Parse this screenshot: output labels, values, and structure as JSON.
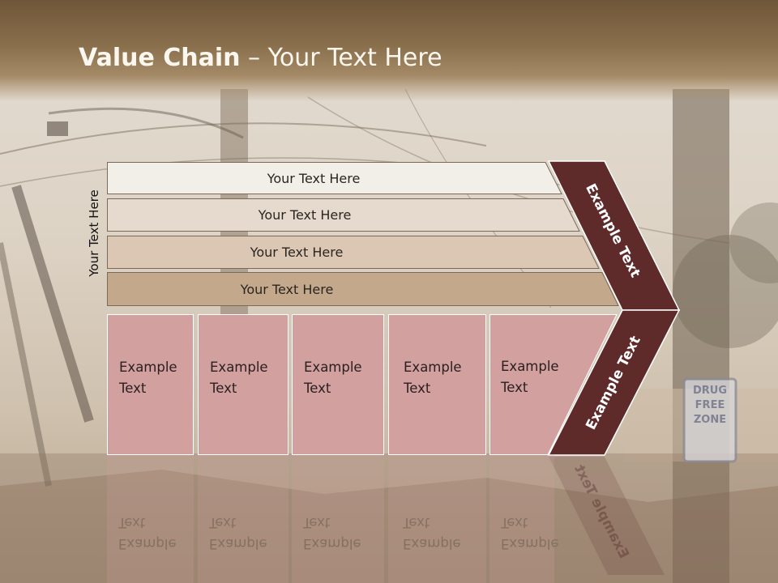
{
  "slide": {
    "title_bold": "Value Chain",
    "title_rest": " – Your Text Here",
    "side_label": "Your Text Here"
  },
  "bars": [
    {
      "label": "Your Text Here"
    },
    {
      "label": "Your Text Here"
    },
    {
      "label": "Your Text Here"
    },
    {
      "label": "Your Text Here"
    }
  ],
  "columns": [
    {
      "line1": "Example",
      "line2": "Text"
    },
    {
      "line1": "Example",
      "line2": "Text"
    },
    {
      "line1": "Example",
      "line2": "Text"
    },
    {
      "line1": "Example",
      "line2": "Text"
    },
    {
      "line1": "Example",
      "line2": "Text"
    }
  ],
  "chevrons": {
    "top": "Example Text",
    "bottom": "Example Text"
  },
  "sign": {
    "line1": "DRUG",
    "line2": "FREE",
    "line3": "ZONE"
  },
  "colors": {
    "header": "#8a6f4d",
    "bar1": "#f2eee8",
    "bar2": "#e6dace",
    "bar3": "#dcc7b4",
    "bar4": "#c4a88c",
    "column": "#d3a0a0",
    "chevron": "#5e2a2a"
  }
}
